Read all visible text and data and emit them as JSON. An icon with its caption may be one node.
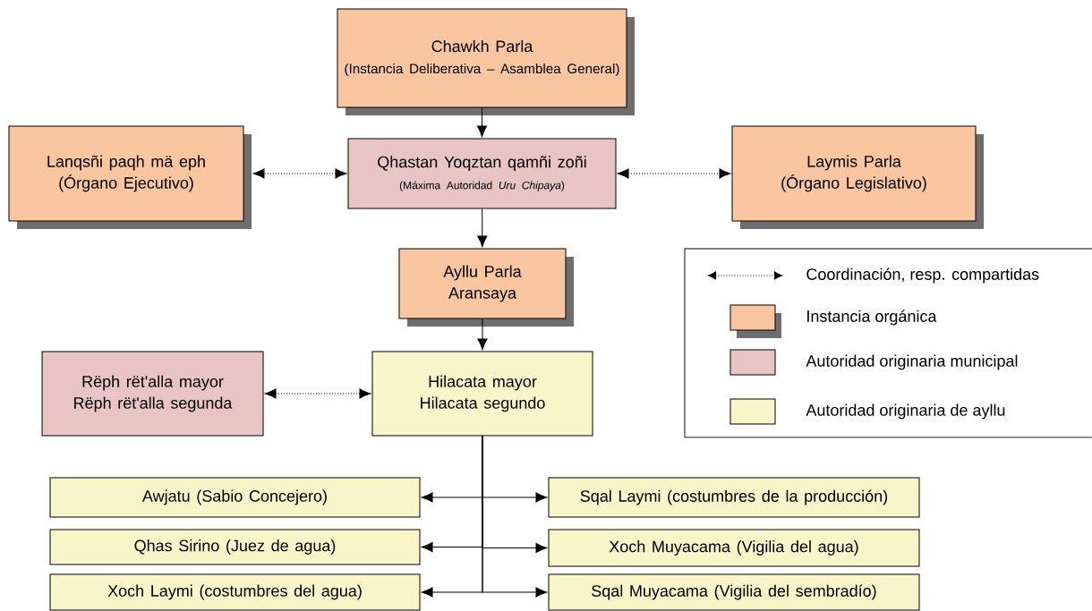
{
  "diagram": {
    "nodes": [
      {
        "text": [
          "Chawkh Parla",
          "(Instancia Deliberativa – Asamblea General)"
        ]
      },
      {
        "text": [
          "Lanqsñi paqh mä eph",
          "(Órgano Ejecutivo)"
        ]
      },
      {
        "text": [
          "Qhastan Yoqztan qamñi zoñi",
          "(Máxima Autoridad *Uru Chipaya*)"
        ]
      },
      {
        "text": [
          "Laymis Parla",
          "(Órgano Legislativo)"
        ]
      },
      {
        "text": [
          "Ayllu Parla Aransaya"
        ]
      },
      {
        "text": [
          "Rëph rët'alla mayor",
          "Rëph rët'alla segunda"
        ]
      },
      {
        "text": [
          "Hilacata mayor",
          "Hilacata segundo"
        ]
      },
      {
        "text": [
          "Awjatu (Sabio Concejero)"
        ]
      },
      {
        "text": [
          "Sqal Laymi (costumbres de la producción)"
        ]
      },
      {
        "text": [
          "Qhas Sirino (Juez de agua)"
        ]
      },
      {
        "text": [
          "Xoch Muyacama (Vigilia del agua)"
        ]
      },
      {
        "text": [
          "Xoch Laymi (costumbres del agua)"
        ]
      },
      {
        "text": [
          "Sqal Muyacama (Vigilia del sembradío)"
        ]
      }
    ],
    "edges": [
      {
        "from": 0,
        "to": 2,
        "arrow": "to"
      },
      {
        "from": 2,
        "to": 1,
        "arrow": "both",
        "style": "dashed"
      },
      {
        "from": 2,
        "to": 3,
        "arrow": "both",
        "style": "dashed"
      },
      {
        "from": 2,
        "to": 4,
        "arrow": "to"
      },
      {
        "from": 4,
        "to": 6,
        "arrow": "to"
      },
      {
        "from": 6,
        "to": 5,
        "arrow": "both",
        "style": "dashed"
      },
      {
        "from": 6,
        "to": 7,
        "arrow": "to"
      },
      {
        "from": 6,
        "to": 8,
        "arrow": "to"
      },
      {
        "from": 6,
        "to": 9,
        "arrow": "to"
      },
      {
        "from": 6,
        "to": 10,
        "arrow": "to"
      },
      {
        "from": 6,
        "to": 11,
        "arrow": "to"
      },
      {
        "from": 6,
        "to": 12,
        "arrow": "to"
      }
    ],
    "legend": [
      {
        "text": "Coordinación, resp. compartidas"
      },
      {
        "text": "Instancia orgánica",
        "color": "#f9c6a0"
      },
      {
        "text": "Autoridad originaria municipal",
        "color": "#e8c4c4"
      },
      {
        "text": "Autoridad originaria de  ayllu",
        "color": "#f8f6c8"
      }
    ]
  }
}
